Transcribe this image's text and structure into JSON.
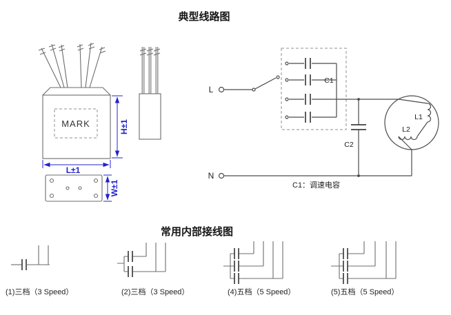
{
  "titles": {
    "main": "典型线路图",
    "wiring_section": "常用内部接线图"
  },
  "component": {
    "mark_label": "MARK",
    "dim_height": "H±1",
    "dim_length": "L±1",
    "dim_width": "W±1"
  },
  "circuit": {
    "terminal_live": "L",
    "terminal_neutral": "N",
    "capacitor_c1": "C1",
    "capacitor_c2": "C2",
    "winding_l1": "L1",
    "winding_l2": "L2",
    "note": "C1：调速电容"
  },
  "wiring_diagrams": [
    {
      "label": "(1)三档（3 Speed）"
    },
    {
      "label": "(2)三档（3 Speed）"
    },
    {
      "label": "(4)五档（5 Speed）"
    },
    {
      "label": "(5)五档（5 Speed）"
    }
  ],
  "colors": {
    "dimension_blue": "#2323cc",
    "drawing_gray": "#6b6b6b",
    "circuit_gray": "#4a4a4a",
    "text_dark": "#222222",
    "background": "#ffffff"
  }
}
